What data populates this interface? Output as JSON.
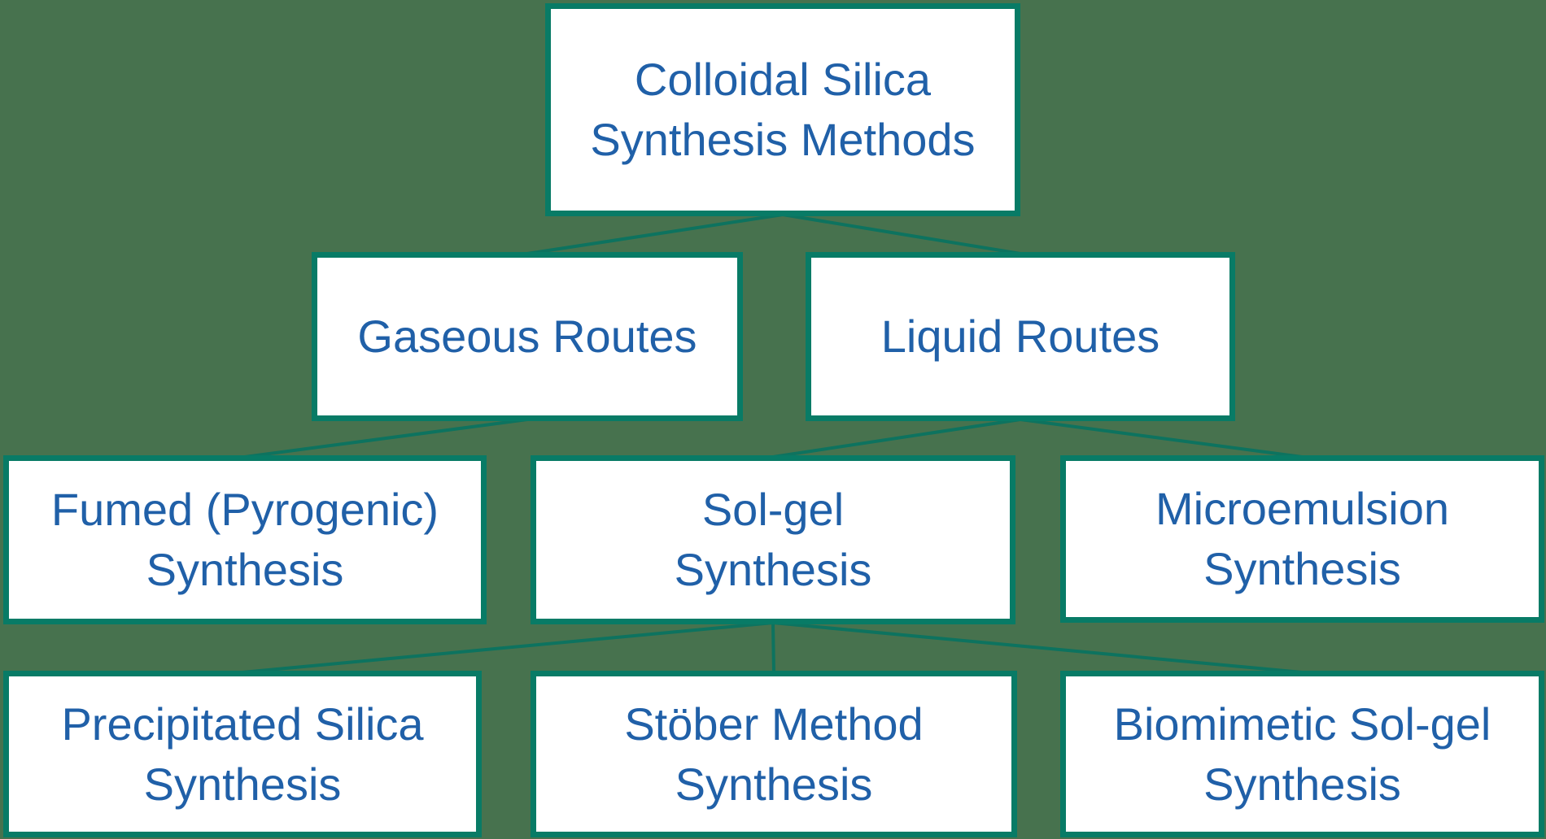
{
  "diagram": {
    "title": "Colloidal Silica Synthesis Methods",
    "type": "flowchart-tree",
    "colors": {
      "background": "#47724E",
      "box_fill": "#FFFFFF",
      "box_border": "#087B66",
      "connector": "#0D735F",
      "text": "#2060A8"
    },
    "nodes": {
      "root": {
        "label": "Colloidal Silica\nSynthesis Methods",
        "level": 0,
        "parent": null
      },
      "gaseous": {
        "label": "Gaseous Routes",
        "level": 1,
        "parent": "root"
      },
      "liquid": {
        "label": "Liquid Routes",
        "level": 1,
        "parent": "root"
      },
      "fumed": {
        "label": "Fumed (Pyrogenic)\nSynthesis",
        "level": 2,
        "parent": "gaseous"
      },
      "solgel": {
        "label": "Sol-gel\nSynthesis",
        "level": 2,
        "parent": "liquid"
      },
      "micro": {
        "label": "Microemulsion\nSynthesis",
        "level": 2,
        "parent": "liquid"
      },
      "precipitated": {
        "label": "Precipitated Silica\nSynthesis",
        "level": 3,
        "parent": "solgel"
      },
      "stober": {
        "label": "Stöber Method\nSynthesis",
        "level": 3,
        "parent": "solgel"
      },
      "biomimetic": {
        "label": "Biomimetic Sol-gel\nSynthesis",
        "level": 3,
        "parent": "solgel"
      }
    },
    "edges": [
      {
        "from": "root",
        "to": "gaseous"
      },
      {
        "from": "root",
        "to": "liquid"
      },
      {
        "from": "gaseous",
        "to": "fumed"
      },
      {
        "from": "liquid",
        "to": "solgel"
      },
      {
        "from": "liquid",
        "to": "micro"
      },
      {
        "from": "solgel",
        "to": "precipitated"
      },
      {
        "from": "solgel",
        "to": "stober"
      },
      {
        "from": "solgel",
        "to": "biomimetic"
      }
    ]
  }
}
